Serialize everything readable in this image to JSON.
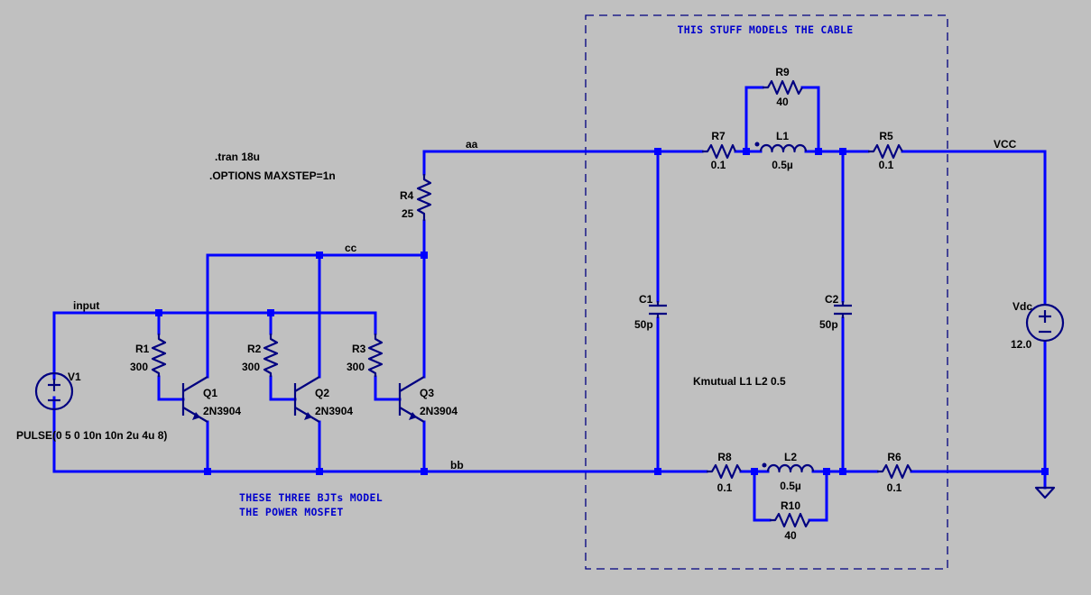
{
  "directives": {
    "tran": ".tran 18u",
    "options": ".OPTIONS MAXSTEP=1n",
    "kmutual": "Kmutual L1 L2 0.5"
  },
  "comments": {
    "cable": "THIS STUFF MODELS THE CABLE",
    "bjt_line1": "THESE THREE BJTs MODEL",
    "bjt_line2": "THE POWER MOSFET"
  },
  "nets": {
    "input": "input",
    "cc": "cc",
    "aa": "aa",
    "bb": "bb",
    "vcc": "VCC"
  },
  "components": {
    "V1": {
      "name": "V1",
      "value": "PULSE(0 5 0 10n 10n 2u 4u 8)"
    },
    "R1": {
      "name": "R1",
      "value": "300"
    },
    "R2": {
      "name": "R2",
      "value": "300"
    },
    "R3": {
      "name": "R3",
      "value": "300"
    },
    "Q1": {
      "name": "Q1",
      "value": "2N3904"
    },
    "Q2": {
      "name": "Q2",
      "value": "2N3904"
    },
    "Q3": {
      "name": "Q3",
      "value": "2N3904"
    },
    "R4": {
      "name": "R4",
      "value": "25"
    },
    "R7": {
      "name": "R7",
      "value": "0.1"
    },
    "R9": {
      "name": "R9",
      "value": "40"
    },
    "L1": {
      "name": "L1",
      "value": "0.5µ"
    },
    "R5": {
      "name": "R5",
      "value": "0.1"
    },
    "C1": {
      "name": "C1",
      "value": "50p"
    },
    "C2": {
      "name": "C2",
      "value": "50p"
    },
    "R8": {
      "name": "R8",
      "value": "0.1"
    },
    "L2": {
      "name": "L2",
      "value": "0.5µ"
    },
    "R10": {
      "name": "R10",
      "value": "40"
    },
    "R6": {
      "name": "R6",
      "value": "0.1"
    },
    "Vdc": {
      "name": "Vdc",
      "value": "12.0"
    }
  },
  "colors": {
    "background": "#c0c0c0",
    "wire": "#0000ff",
    "symbol": "#000080",
    "comment_text": "#0000cc",
    "label_text": "#000000"
  }
}
